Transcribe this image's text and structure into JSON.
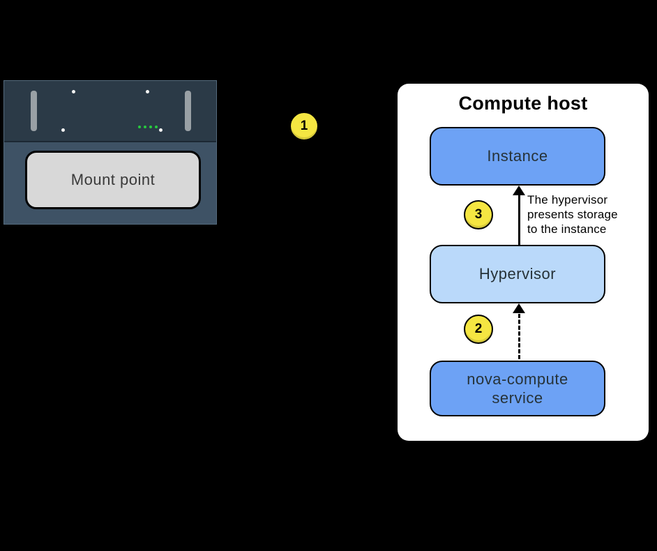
{
  "colors": {
    "background": "#000000",
    "panel_bg": "#ffffff",
    "box_blue": "#6da2f5",
    "box_light_blue": "#bad9fa",
    "badge_yellow": "#f5e642",
    "storage_body": "#3e5265",
    "storage_face": "#2b3a47",
    "mount_bg": "#d8d8d8",
    "led_green": "#27c93f"
  },
  "storage": {
    "mount_point_label": "Mount point"
  },
  "badges": {
    "step1": "1",
    "step2": "2",
    "step3": "3"
  },
  "compute_host": {
    "title": "Compute host",
    "instance_label": "Instance",
    "hypervisor_label": "Hypervisor",
    "nova_compute_label": "nova-compute\nservice",
    "hypervisor_annotation": "The hypervisor\npresents storage\nto the instance"
  }
}
